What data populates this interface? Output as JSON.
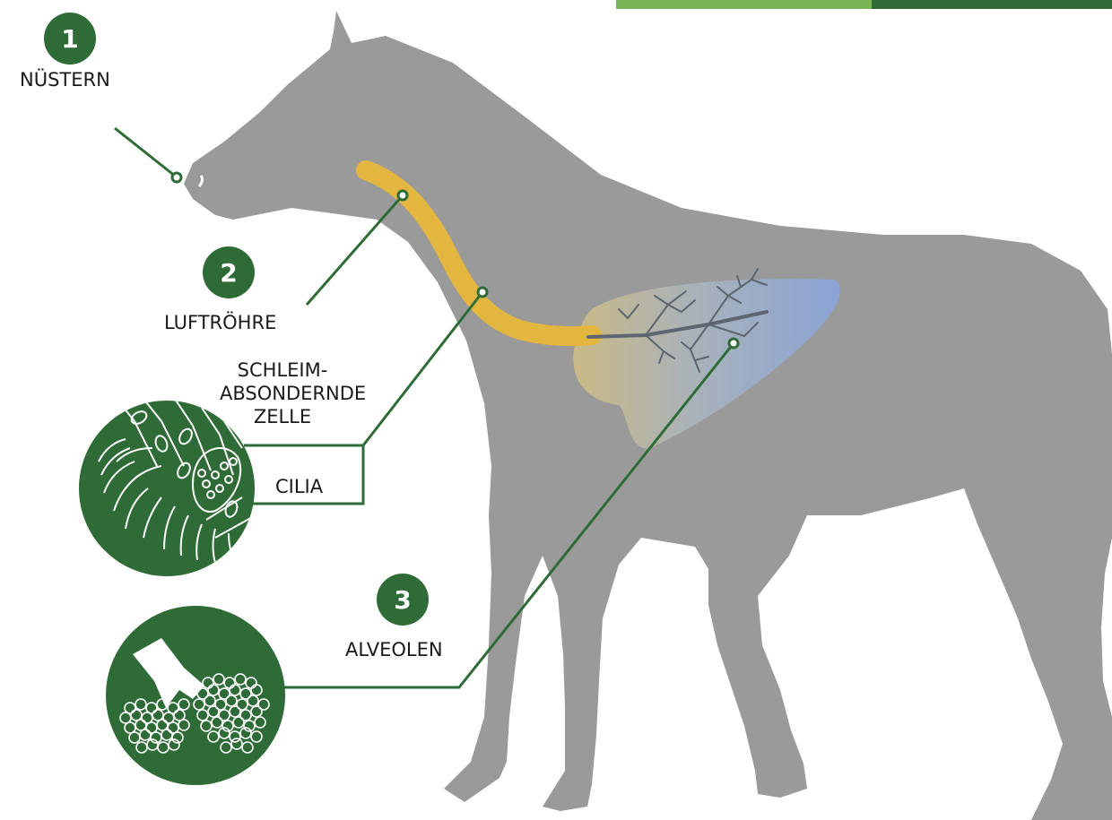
{
  "colors": {
    "accent_dark": "#2e6b36",
    "accent_light": "#7ab555",
    "horse": "#9a9a9a",
    "trachea": "#e6b93a",
    "lung_blue": "#8aa4d6",
    "lung_tan": "#c7b98a"
  },
  "callouts": [
    {
      "number": "1",
      "label": "NÜSTERN"
    },
    {
      "number": "2",
      "label": "LUFTRÖHRE"
    },
    {
      "number": "3",
      "label": "ALVEOLEN"
    }
  ],
  "inset_labels": {
    "cell": [
      "SCHLEIM-",
      "ABSONDERNDE",
      "ZELLE"
    ],
    "cilia": "CILIA"
  },
  "icons": [
    "horse-silhouette",
    "trachea-rings",
    "lung-bronchi",
    "cilia-cells-inset",
    "alveoli-inset"
  ]
}
